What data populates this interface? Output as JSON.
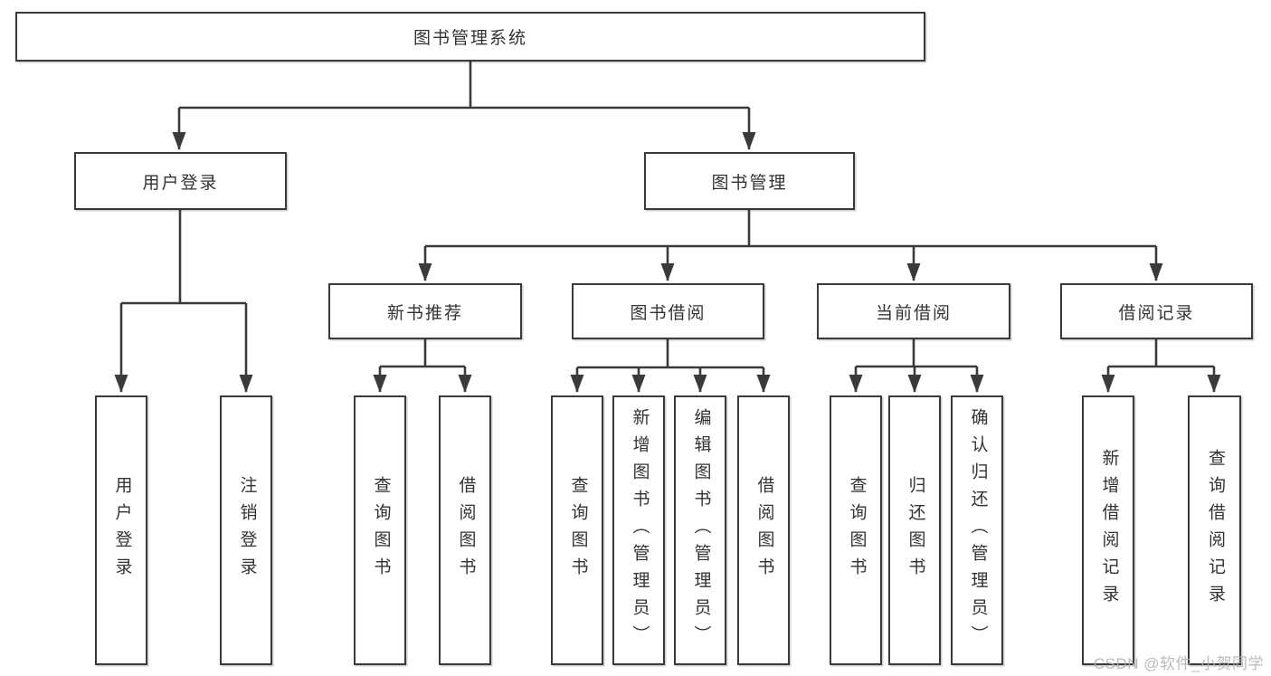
{
  "diagram": {
    "title": "图书管理系统",
    "colors": {
      "line": "#3a3a3a",
      "text": "#333333",
      "background": "#ffffff"
    },
    "root": {
      "label": "图书管理系统"
    },
    "level2": [
      {
        "label": "用户登录"
      },
      {
        "label": "图书管理"
      }
    ],
    "level3": [
      {
        "label": "新书推荐"
      },
      {
        "label": "图书借阅"
      },
      {
        "label": "当前借阅"
      },
      {
        "label": "借阅记录"
      }
    ],
    "leaves": {
      "user_login": [
        "用户登录",
        "注销登录"
      ],
      "new_book": [
        "查询图书",
        "借阅图书"
      ],
      "book_borrow": [
        "查询图书",
        "新增图书（管理员）",
        "编辑图书（管理员）",
        "借阅图书"
      ],
      "current_borrow": [
        "查询图书",
        "归还图书",
        "确认归还（管理员）"
      ],
      "borrow_record": [
        "新增借阅记录",
        "查询借阅记录"
      ]
    },
    "watermark": "CSDN @软件_小贺同学"
  }
}
